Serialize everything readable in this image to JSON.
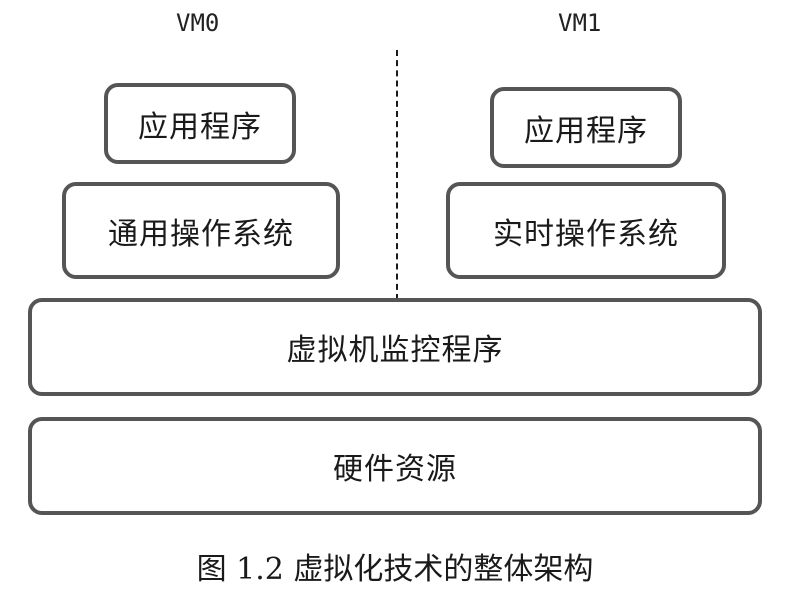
{
  "vm_labels": {
    "left": "VM0",
    "right": "VM1"
  },
  "left_stack": {
    "application": "应用程序",
    "os": "通用操作系统"
  },
  "right_stack": {
    "application": "应用程序",
    "os": "实时操作系统"
  },
  "hypervisor": "虚拟机监控程序",
  "hardware": "硬件资源",
  "caption": "图 1.2 虚拟化技术的整体架构",
  "colors": {
    "box_border": "#555555",
    "text": "#1a1a1a",
    "background": "#ffffff"
  }
}
